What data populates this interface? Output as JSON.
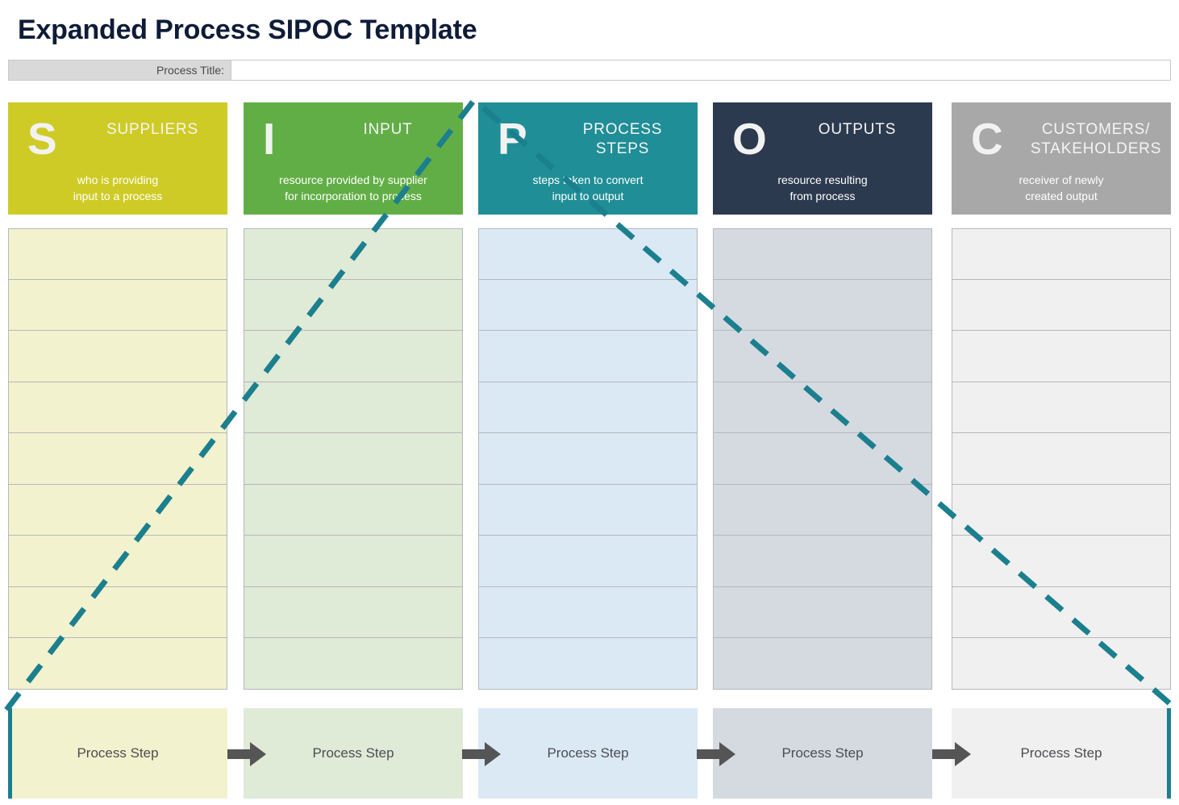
{
  "page": {
    "title": "Expanded Process SIPOC Template"
  },
  "process_title": {
    "label": "Process Title:",
    "value": "",
    "placeholder": ""
  },
  "columns": [
    {
      "key": "suppliers",
      "letter": "S",
      "title": "SUPPLIERS",
      "subtitle": "who is providing\ninput to a process",
      "header_color": "#cfcb26",
      "cell_color": "#f3f2ce",
      "row_count": 9,
      "step_label": "Process Step"
    },
    {
      "key": "input",
      "letter": "I",
      "title": "INPUT",
      "subtitle": "resource provided by supplier\nfor incorporation to process",
      "header_color": "#62ae46",
      "cell_color": "#dfead7",
      "row_count": 9,
      "step_label": "Process Step"
    },
    {
      "key": "process-steps",
      "letter": "P",
      "title": "PROCESS STEPS",
      "subtitle": "steps taken to convert\ninput to output",
      "header_color": "#1f8e96",
      "cell_color": "#dbe9f5",
      "row_count": 9,
      "step_label": "Process Step"
    },
    {
      "key": "outputs",
      "letter": "O",
      "title": "OUTPUTS",
      "subtitle": "resource resulting\nfrom process",
      "header_color": "#2c3a4f",
      "cell_color": "#d5dae1",
      "row_count": 9,
      "step_label": "Process Step"
    },
    {
      "key": "customers-stakeholders",
      "letter": "C",
      "title": "CUSTOMERS/\nSTAKEHOLDERS",
      "subtitle": "receiver of newly\ncreated output",
      "header_color": "#a8a8a8",
      "cell_color": "#f0f0f0",
      "row_count": 9,
      "step_label": "Process Step"
    }
  ],
  "arrows": {
    "count": 4,
    "color": "#555555",
    "icon": "right-arrow-icon"
  },
  "accent_line": {
    "color": "#1b7f8e",
    "style": "dashed",
    "description": "dashed peak line rising from bottom-left to apex above PROCESS STEPS then falling to bottom-right"
  },
  "colors": {
    "title_text": "#0f1c38",
    "grid_border": "#b6b8ba",
    "label_bg": "#d9d9d9",
    "step_text": "#4d4d52"
  }
}
